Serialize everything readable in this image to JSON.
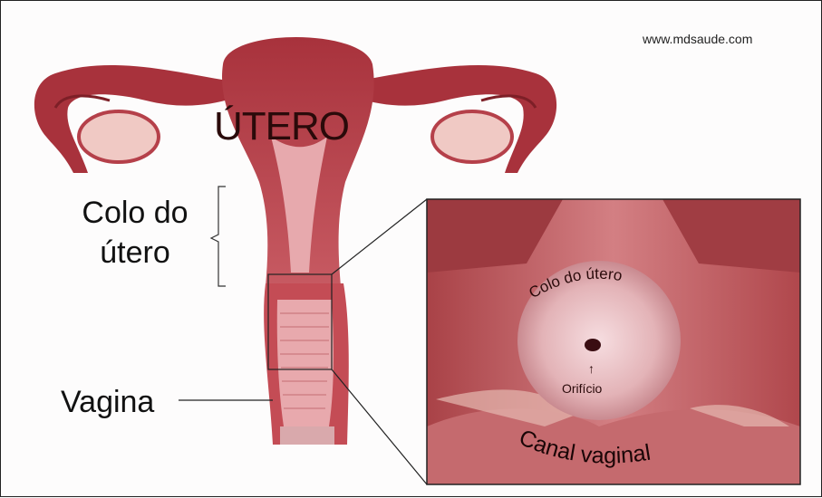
{
  "watermark": "www.mdsaude.com",
  "labels": {
    "uterus": "ÚTERO",
    "cervix_line1": "Colo do",
    "cervix_line2": "útero",
    "vagina": "Vagina",
    "inset_cervix": "Colo do útero",
    "inset_orifice": "Orifício",
    "inset_canal": "Canal vaginal"
  },
  "colors": {
    "tissue": "#b5404a",
    "tissue_dark": "#7d1f27",
    "ovary": "#f0c9c4",
    "inset_bg": "#c9686c",
    "cervix": "#e9c2c4"
  }
}
